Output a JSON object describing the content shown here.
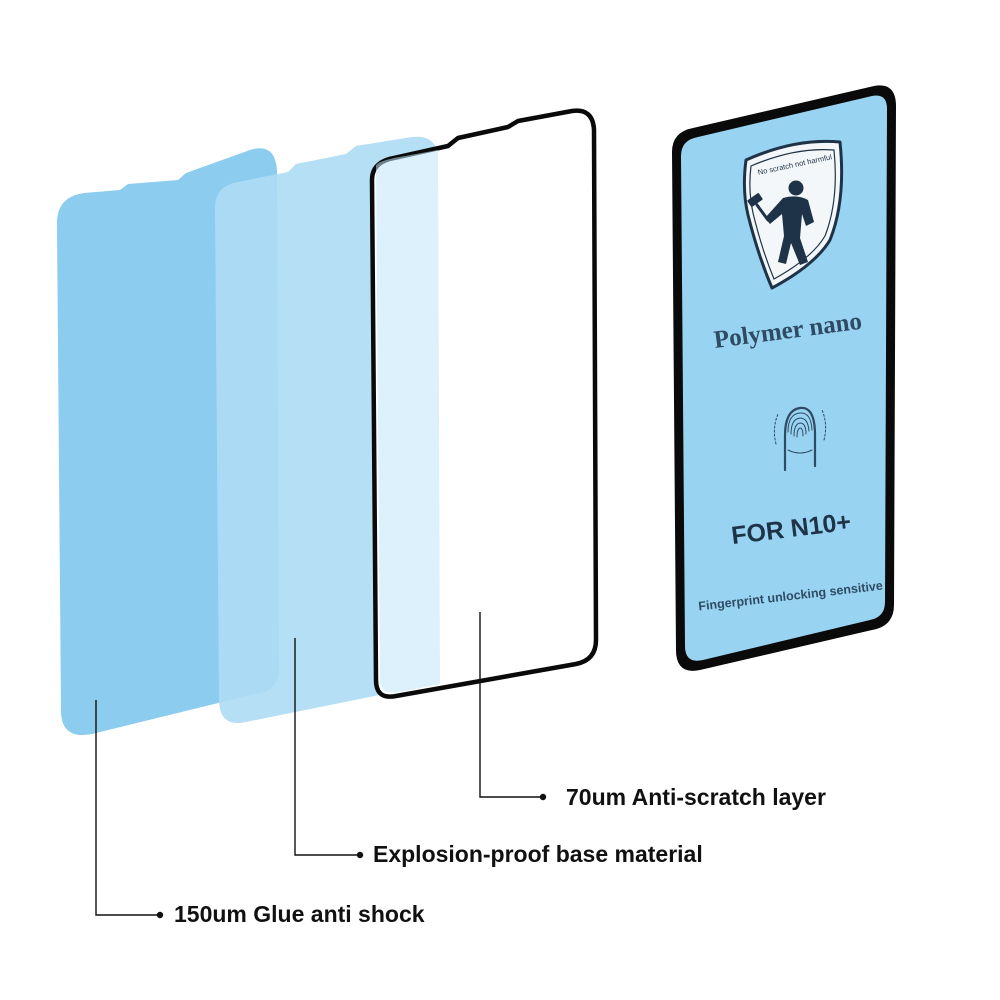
{
  "layers": [
    {
      "name": "glue-layer",
      "color": "#8cccef"
    },
    {
      "name": "base-layer",
      "color": "#aedcf4"
    },
    {
      "name": "scratch-layer",
      "color": "#bfe6f7"
    }
  ],
  "product": {
    "brand": "Polymer nano",
    "model": "FOR N10+",
    "feature": "Fingerprint unlocking sensitive",
    "shield_caption": "No scratch not harmful",
    "color_fill": "#98d4f1",
    "color_border": "#0a0a0a"
  },
  "callouts": [
    {
      "id": "anti-scratch",
      "label": "70um Anti-scratch layer"
    },
    {
      "id": "explosion-proof",
      "label": "Explosion-proof base material"
    },
    {
      "id": "glue",
      "label": "150um Glue anti shock"
    }
  ],
  "icons": {
    "shield": "shield-hammer-icon",
    "fingerprint": "fingerprint-icon"
  }
}
